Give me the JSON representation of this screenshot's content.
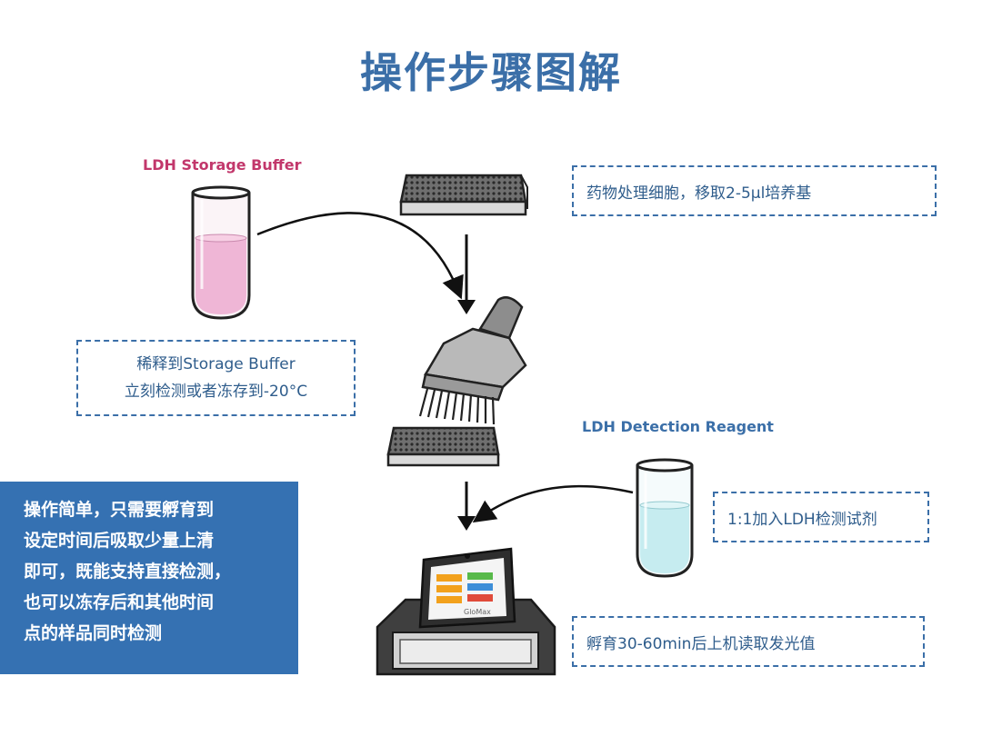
{
  "title": "操作步骤图解",
  "labels": {
    "storage_buffer": "LDH Storage Buffer",
    "detection_reagent": "LDH Detection Reagent"
  },
  "notes": {
    "step1": "药物处理细胞，移取2-5µl培养基",
    "dilute_line1": "稀释到Storage Buffer",
    "dilute_line2": "立刻检测或者冻存到-20°C",
    "step2": "1:1加入LDH检测试剂",
    "step3": "孵育30-60min后上机读取发光值"
  },
  "summary": [
    "操作简单，只需要孵育到",
    "设定时间后吸取少量上清",
    "即可，既能支持直接检测，",
    "也可以冻存后和其他时间",
    "点的样品同时检测"
  ],
  "device_brand": "GloMax",
  "colors": {
    "title": "#3b6fa8",
    "storage_label": "#c2376b",
    "detection_label": "#3b6fa8",
    "summary_bg": "#3571b2",
    "pink_liquid": "#efb6d6",
    "cyan_liquid": "#c6ecf0"
  },
  "icons": [
    "test-tube-pink-icon",
    "well-plate-icon",
    "multichannel-pipette-icon",
    "test-tube-cyan-icon",
    "plate-reader-icon",
    "arrow-down-icon",
    "curved-arrow-icon"
  ]
}
